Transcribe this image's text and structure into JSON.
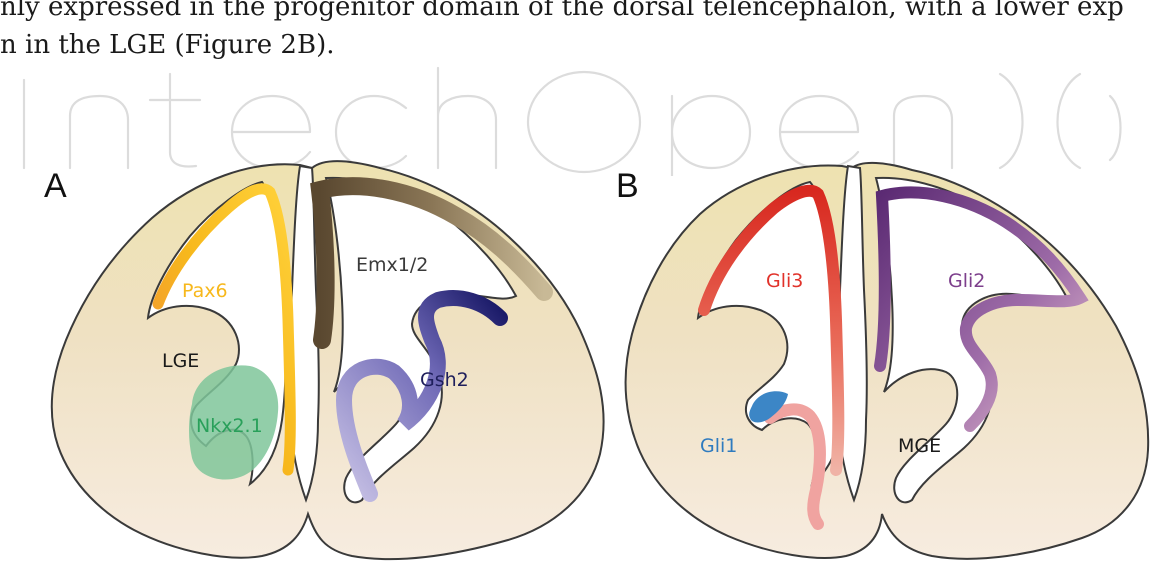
{
  "text": {
    "line1": "nly expressed in the progenitor domain of the dorsal telencephalon, with a lower exp",
    "line2": "n in the LGE (Figure 2B)."
  },
  "watermark": {
    "text": "IntechOpen"
  },
  "figure": {
    "panel_a": {
      "letter": "A",
      "labels": {
        "pax6": "Pax6",
        "emx": "Emx1/2",
        "lge": "LGE",
        "gsh2": "Gsh2",
        "nkx": "Nkx2.1"
      }
    },
    "panel_b": {
      "letter": "B",
      "labels": {
        "gli3": "Gli3",
        "gli2": "Gli2",
        "gli1": "Gli1",
        "mge": "MGE"
      }
    }
  },
  "colors": {
    "tissue": "#f0e1c4",
    "pax6": "#f7b81c",
    "emx": "#7a6342",
    "gsh2": "#3a3889",
    "nkx": "#6fbf8a",
    "gli3": "#e1322a",
    "gli2": "#7d3f8c",
    "gli1": "#2f7bbf"
  }
}
